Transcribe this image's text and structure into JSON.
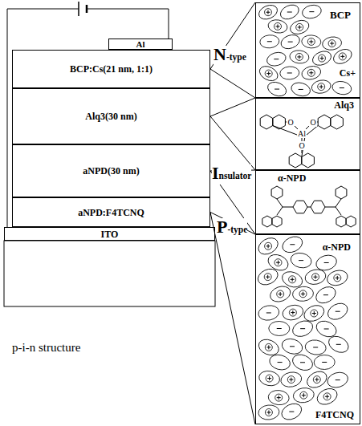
{
  "diagram": {
    "caption": "p-i-n structure",
    "nodes": [
      {
        "text": [
          "Al"
        ]
      },
      {
        "text": [
          "BCP:Cs(21 nm, 1:1)"
        ]
      },
      {
        "text": [
          "Alq3(30 nm)"
        ]
      },
      {
        "text": [
          "aNPD(30 nm)"
        ]
      },
      {
        "text": [
          "aNPD:F4TCNQ"
        ]
      },
      {
        "text": [
          "ITO"
        ]
      },
      {
        "text": [
          "BCP",
          "Cs+"
        ]
      },
      {
        "text": [
          "Alq3"
        ]
      },
      {
        "text": [
          "α-NPD"
        ]
      },
      {
        "text": [
          "α-NPD",
          "F4TCNQ"
        ]
      }
    ],
    "edges": [
      {
        "from": 1,
        "to": 6,
        "arrow": "none"
      },
      {
        "from": 2,
        "to": 7,
        "arrow": "none"
      },
      {
        "from": 3,
        "to": 8,
        "arrow": "none"
      },
      {
        "from": 4,
        "to": 9,
        "arrow": "none"
      }
    ],
    "labels": [
      "N-type",
      "Insulator",
      "P-type",
      "O",
      "Al",
      "O",
      "O"
    ]
  }
}
